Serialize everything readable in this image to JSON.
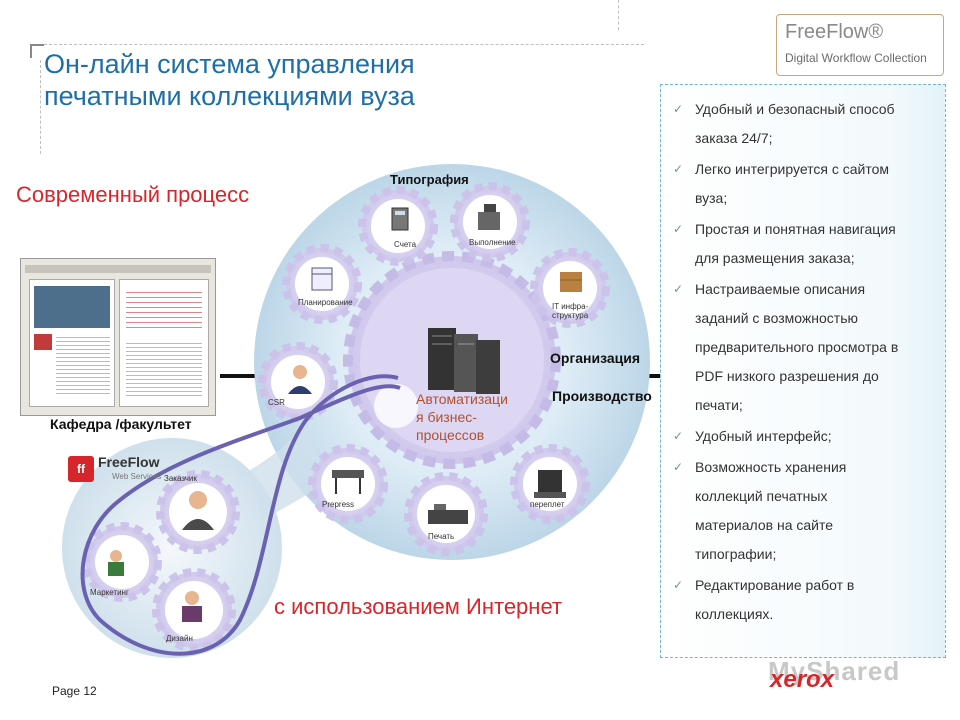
{
  "header": {
    "title_line1": "Он-лайн система управления",
    "title_line2": "печатными коллекциями вуза"
  },
  "logo": {
    "main": "FreeFlow®",
    "sub": "Digital Workflow Collection"
  },
  "left": {
    "modern_process": "Современный процесс",
    "department": "Кафедра /факультет",
    "freeflow_web_logo": "FreeFlow",
    "freeflow_web_sub": "Web Services"
  },
  "diagram": {
    "typography": "Типография",
    "organization": "Организация",
    "production": "Производство",
    "center_text_line1": "Автоматизаци",
    "center_text_line2": "я бизнес-",
    "center_text_line3": "процессов",
    "gears": {
      "accounts": "Счета",
      "execution": "Выполнение",
      "planning": "Планирование",
      "it_line1": "IT инфра-",
      "it_line2": "структура",
      "csr": "CSR",
      "prepress": "Prepress",
      "print": "Печать",
      "binding": "переплет"
    },
    "small_gears": {
      "customer": "Заказчик",
      "marketing": "Маркетинг",
      "design": "Дизайн"
    },
    "internet": "с использованием Интернет"
  },
  "benefits": {
    "items": [
      [
        "Удобный и безопасный способ",
        "заказа 24/7;"
      ],
      [
        "Легко интегрируется с сайтом",
        "вуза;"
      ],
      [
        "Простая и понятная навигация",
        "для размещения заказа;"
      ],
      [
        "Настраиваемые описания",
        "заданий с возможностью",
        "предварительного просмотра в",
        "PDF низкого разрешения до",
        "печати;"
      ],
      [
        "Удобный интерфейс;"
      ],
      [
        "Возможность хранения",
        "коллекций печатных",
        "материалов на сайте",
        "типографии;"
      ],
      [
        "Редактирование работ в",
        "коллекциях."
      ]
    ]
  },
  "footer": {
    "page": "Page 12",
    "watermark": "MyShared",
    "brand": "xerox"
  },
  "colors": {
    "title": "#1f6fa6",
    "accent_red": "#d7262b",
    "circle": "#c5dded",
    "gear": "#d9d4f0",
    "lasso": "#6a61b0"
  }
}
